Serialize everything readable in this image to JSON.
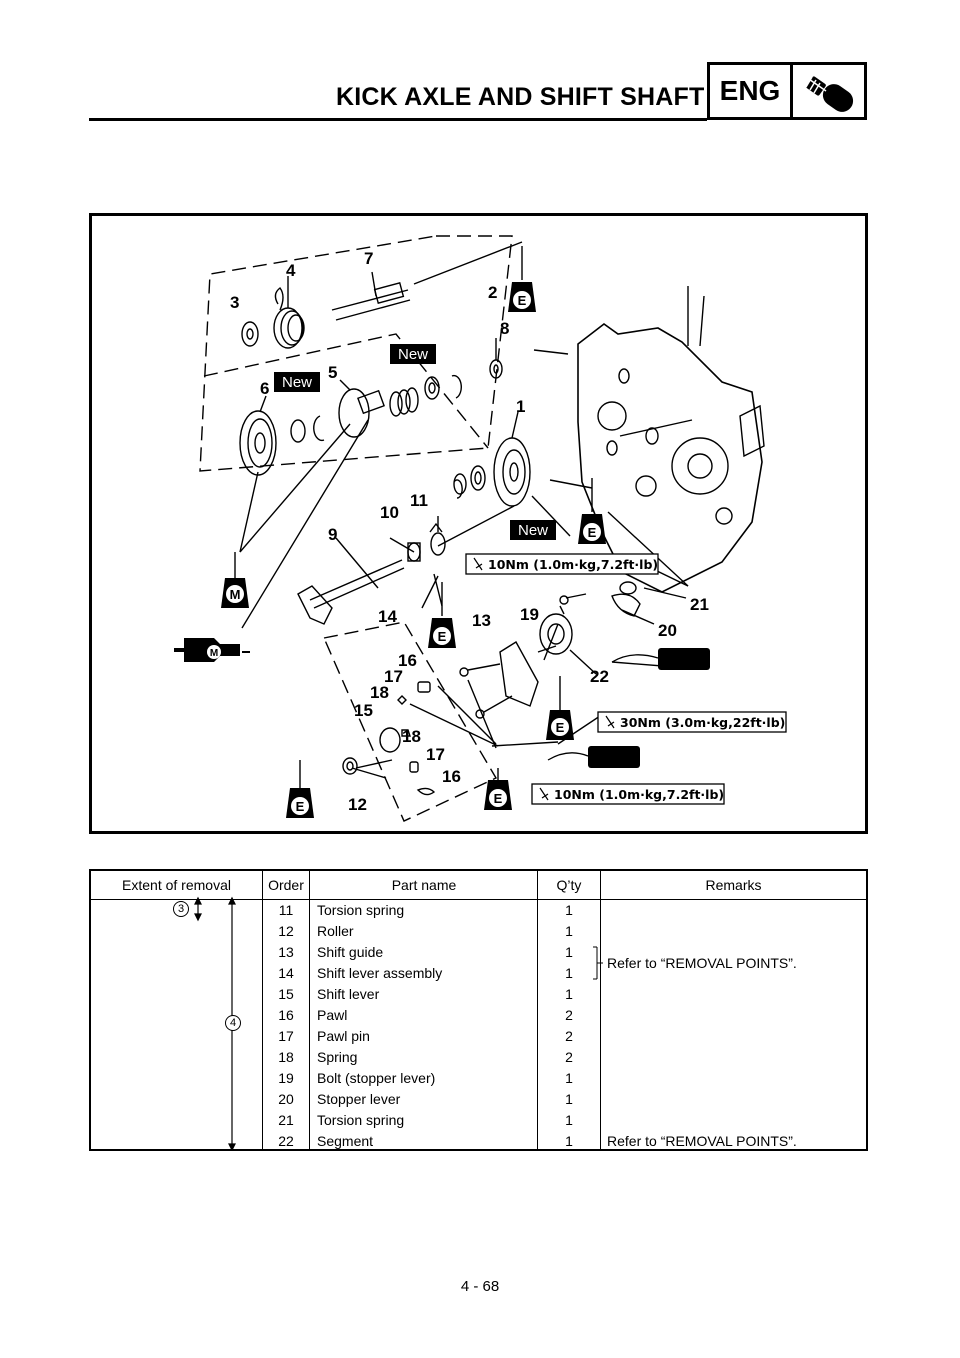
{
  "header": {
    "title": "KICK AXLE AND SHIFT SHAFT",
    "section": "ENG",
    "section_icon": "engine-part-icon"
  },
  "diagram": {
    "callouts": [
      "1",
      "2",
      "3",
      "4",
      "5",
      "6",
      "7",
      "8",
      "9",
      "10",
      "11",
      "12",
      "13",
      "14",
      "15",
      "16",
      "17",
      "18",
      "19",
      "20",
      "21",
      "22",
      "16",
      "17",
      "18"
    ],
    "new_labels": [
      "New",
      "New",
      "New"
    ],
    "torque_specs": [
      "10Nm (1.0m·kg,7.2ft·lb)",
      "30Nm (3.0m·kg,22ft·lb)",
      "10Nm (1.0m·kg,7.2ft·lb)"
    ],
    "lube_e": "E",
    "lube_m": "M"
  },
  "table": {
    "headers": [
      "Extent of removal",
      "Order",
      "Part name",
      "Q’ty",
      "Remarks"
    ],
    "extent_marks": [
      "3",
      "4"
    ],
    "rows": [
      {
        "order": "11",
        "name": "Torsion spring",
        "qty": "1",
        "remark": ""
      },
      {
        "order": "12",
        "name": "Roller",
        "qty": "1",
        "remark": ""
      },
      {
        "order": "13",
        "name": "Shift guide",
        "qty": "1",
        "remark": ""
      },
      {
        "order": "14",
        "name": "Shift lever assembly",
        "qty": "1",
        "remark": ""
      },
      {
        "order": "15",
        "name": "Shift lever",
        "qty": "1",
        "remark": ""
      },
      {
        "order": "16",
        "name": "Pawl",
        "qty": "2",
        "remark": ""
      },
      {
        "order": "17",
        "name": "Pawl pin",
        "qty": "2",
        "remark": ""
      },
      {
        "order": "18",
        "name": "Spring",
        "qty": "2",
        "remark": ""
      },
      {
        "order": "19",
        "name": "Bolt (stopper lever)",
        "qty": "1",
        "remark": ""
      },
      {
        "order": "20",
        "name": "Stopper lever",
        "qty": "1",
        "remark": ""
      },
      {
        "order": "21",
        "name": "Torsion spring",
        "qty": "1",
        "remark": ""
      },
      {
        "order": "22",
        "name": "Segment",
        "qty": "1",
        "remark": "Refer to “REMOVAL POINTS”."
      }
    ],
    "group_remark": "Refer to “REMOVAL POINTS”."
  },
  "footer": {
    "page_number": "4 - 68"
  }
}
